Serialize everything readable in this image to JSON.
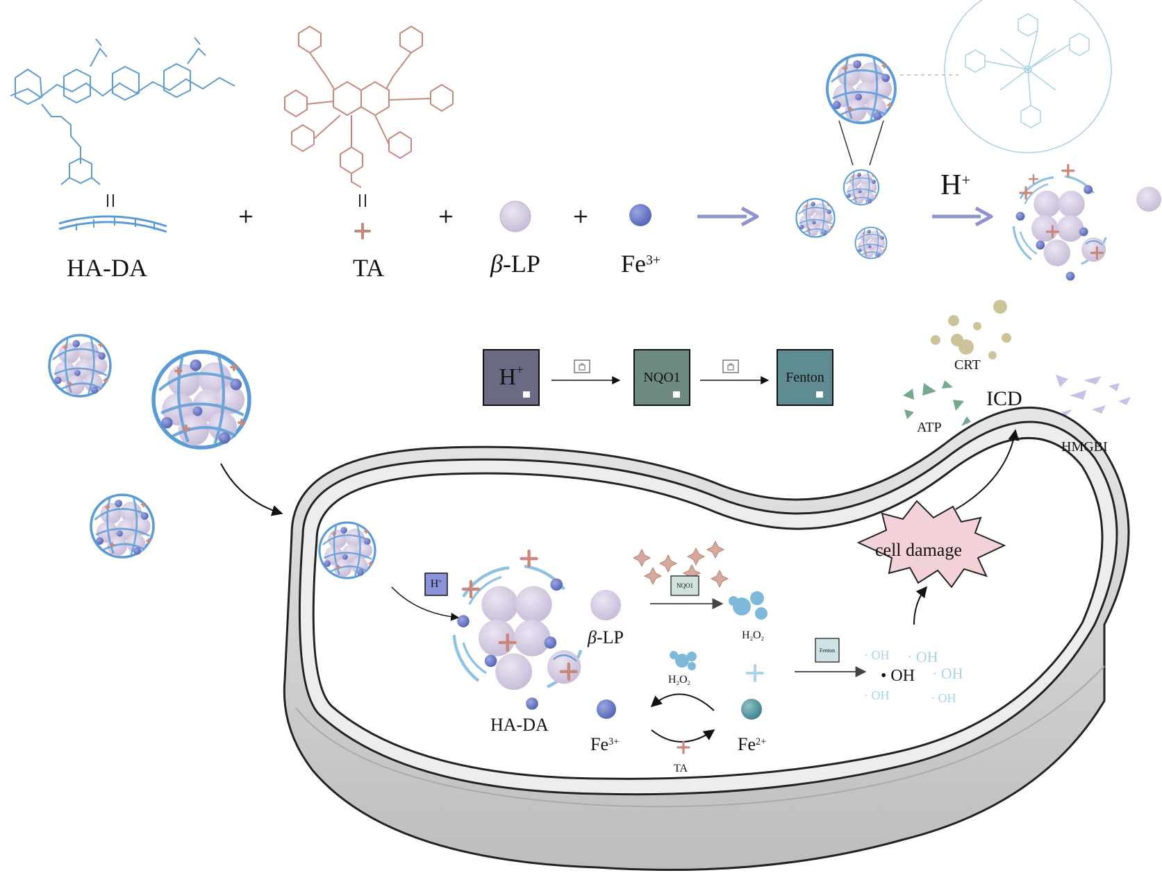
{
  "labels": {
    "ha_da": "HA-DA",
    "ta": "TA",
    "beta_lp": "β-LP",
    "fe": "Fe",
    "fe_charge": "3+",
    "h": "H",
    "h_charge": "+",
    "plus": "+",
    "equals": "II"
  },
  "cascade": {
    "box1": "H",
    "box1_charge": "+",
    "box2": "NQO1",
    "box3": "Fenton"
  },
  "icd": {
    "title": "ICD",
    "crt": "CRT",
    "atp": "ATP",
    "hmgbi": "HMGBI",
    "damage": "cell damage"
  },
  "cell": {
    "h_box": "H",
    "h_box_charge": "+",
    "nqo1_box": "NQO1",
    "fenton_box": "Fenton",
    "ha_da": "HA-DA",
    "beta_lp": "β-LP",
    "h2o2": "H",
    "h2o2_sub": "2",
    "h2o2_o": "O",
    "fe3": "Fe",
    "fe3_charge": "3+",
    "fe2": "Fe",
    "fe2_charge": "2+",
    "ta": "TA",
    "oh": "OH",
    "oh_faint": "· OH"
  },
  "colors": {
    "polymer": "#5b9bd5",
    "tannic": "#c9877b",
    "lp": "#cfc4dc",
    "fe3": "#6f7fc6",
    "fe2": "#5e99a3",
    "arrow": "#8e93cf",
    "damage": "#f3d2d7"
  }
}
